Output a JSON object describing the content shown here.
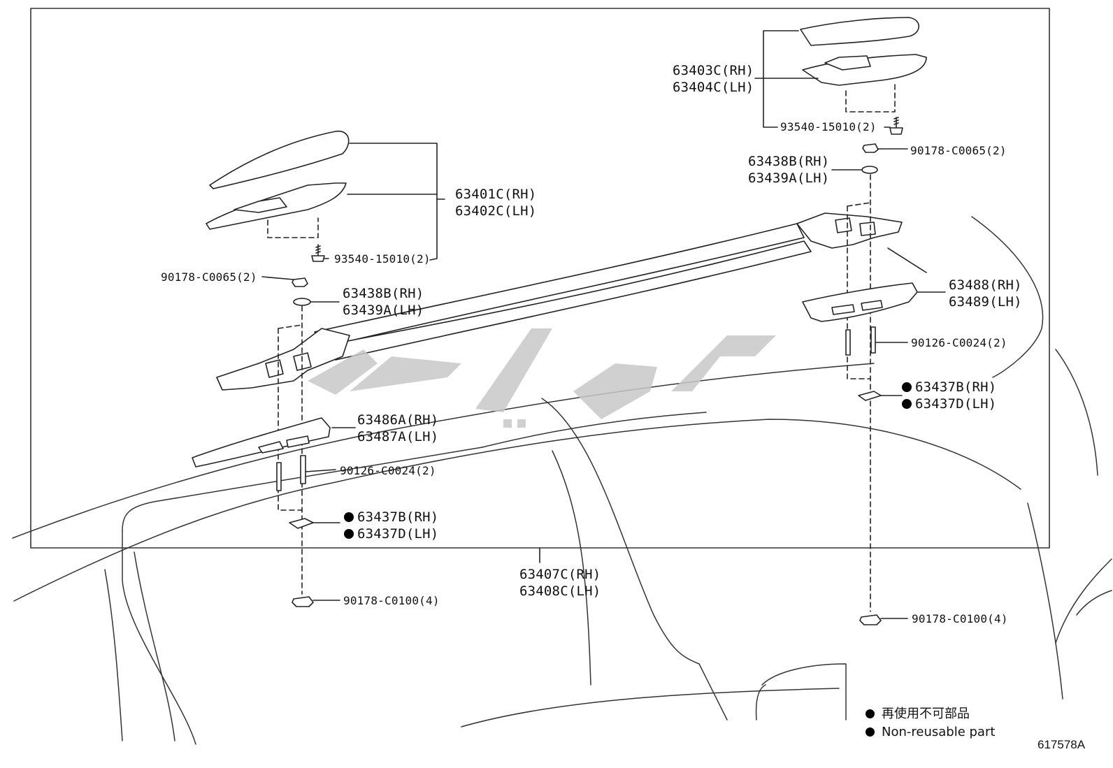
{
  "diagram_code": "617578A",
  "legend": {
    "line_jp": "再使用不可部品",
    "line_en": "Non-reusable part"
  },
  "watermark": {
    "text": "تکپارت",
    "color": "#c8c8c8"
  },
  "colors": {
    "line": "#222222",
    "frame": "#333333",
    "bullet": "#000000"
  },
  "parts": {
    "left_cover_rh": "63401C(RH)",
    "left_cover_lh": "63402C(LH)",
    "left_screw": "93540-15010(2)",
    "left_nut_small": "90178-C0065(2)",
    "left_washer_rh": "63438B(RH)",
    "left_washer_lh": "63439A(LH)",
    "left_base_rh": "63486A(RH)",
    "left_base_lh": "63487A(LH)",
    "left_stud": "90126-C0024(2)",
    "left_gasket_rh": "63437B(RH)",
    "left_gasket_lh": "63437D(LH)",
    "left_nut_large": "90178-C0100(4)",
    "rail_rh": "63407C(RH)",
    "rail_lh": "63408C(LH)",
    "right_cover_rh": "63403C(RH)",
    "right_cover_lh": "63404C(LH)",
    "right_screw": "93540-15010(2)",
    "right_nut_small": "90178-C0065(2)",
    "right_washer_rh": "63438B(RH)",
    "right_washer_lh": "63439A(LH)",
    "right_base_rh": "63488(RH)",
    "right_base_lh": "63489(LH)",
    "right_stud": "90126-C0024(2)",
    "right_gasket_rh": "63437B(RH)",
    "right_gasket_lh": "63437D(LH)",
    "right_nut_large": "90178-C0100(4)"
  }
}
